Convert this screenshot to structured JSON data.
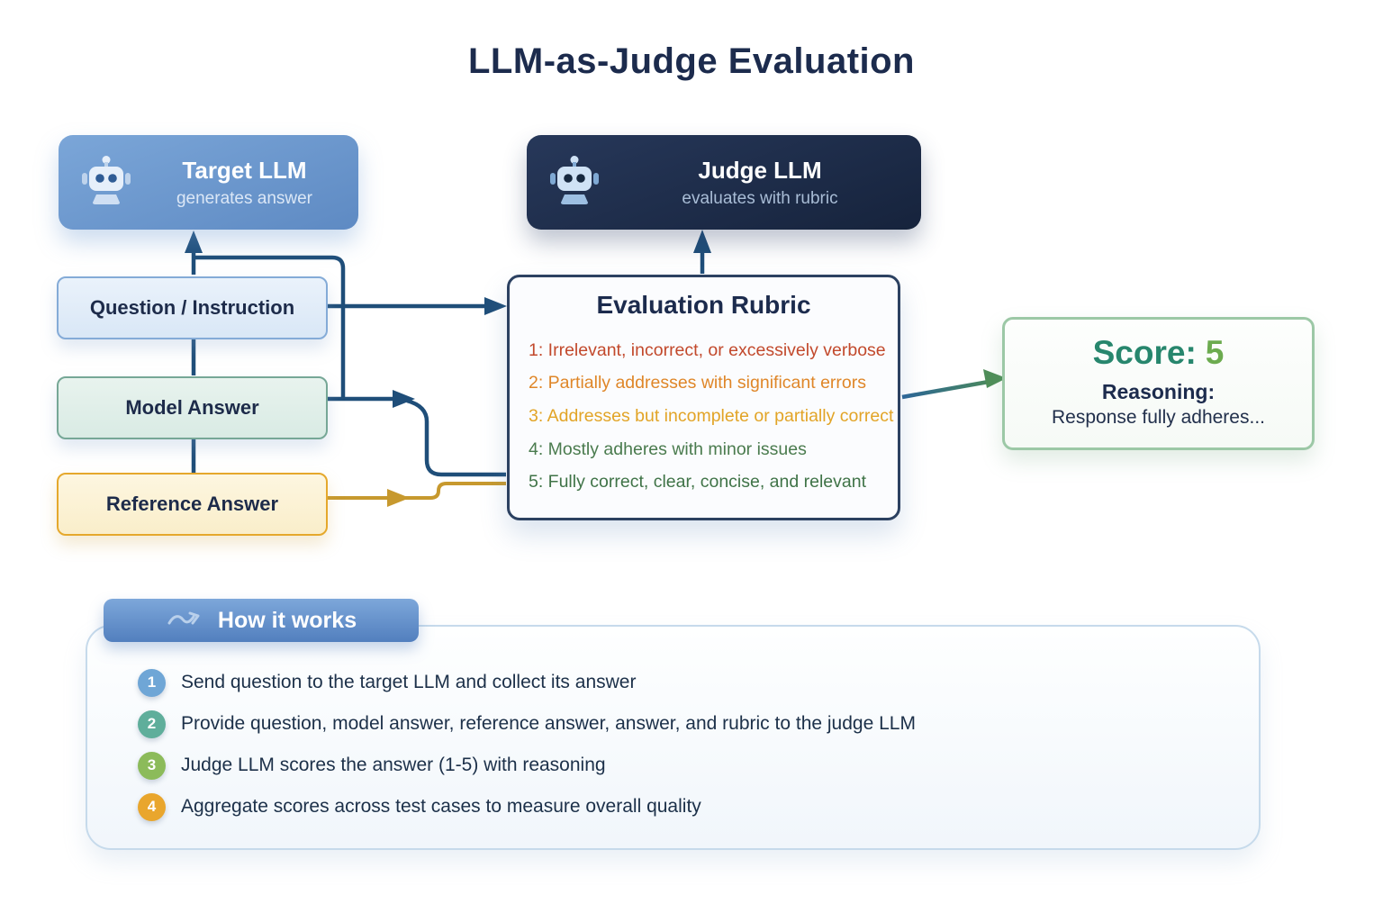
{
  "title": "LLM-as-Judge Evaluation",
  "target_llm": {
    "name": "Target LLM",
    "subtitle": "generates answer"
  },
  "judge_llm": {
    "name": "Judge LLM",
    "subtitle": "evaluates with rubric"
  },
  "inputs": {
    "question": {
      "label": "Question / Instruction",
      "border": "#84abd7"
    },
    "model_answer": {
      "label": "Model Answer",
      "border": "#76a796"
    },
    "reference_answer": {
      "label": "Reference Answer",
      "border": "#e5a82c"
    }
  },
  "rubric": {
    "title": "Evaluation Rubric",
    "items": [
      {
        "label": "1: Irrelevant, incorrect, or excessively verbose",
        "color": "#c2492c"
      },
      {
        "label": "2: Partially addresses with significant errors",
        "color": "#df8628"
      },
      {
        "label": "3: Addresses but incomplete or partially correct",
        "color": "#e2a426"
      },
      {
        "label": "4: Mostly adheres with minor issues",
        "color": "#4a7b4e"
      },
      {
        "label": "5: Fully correct, clear, concise, and relevant",
        "color": "#3f7347"
      }
    ]
  },
  "result": {
    "score_label": "Score:",
    "score_value": "5",
    "reasoning_label": "Reasoning:",
    "reasoning_text": "Response fully adheres..."
  },
  "how_it_works": {
    "header": "How it works",
    "steps": [
      {
        "num": "1",
        "color": "#6fa6d6",
        "text": "Send question to the target LLM and collect its answer"
      },
      {
        "num": "2",
        "color": "#5fae9b",
        "text": "Provide question, model answer, reference answer, answer, and rubric to the judge LLM"
      },
      {
        "num": "3",
        "color": "#8cbb5a",
        "text": "Judge LLM scores the answer (1-5) with reasoning"
      },
      {
        "num": "4",
        "color": "#e9a62d",
        "text": "Aggregate scores across test cases to measure overall quality"
      }
    ]
  },
  "colors": {
    "arrow_blue": "#1f4e79",
    "arrow_gold": "#c7992e",
    "arrow_green": "#4e8d58",
    "title_navy": "#1c2b4d"
  }
}
